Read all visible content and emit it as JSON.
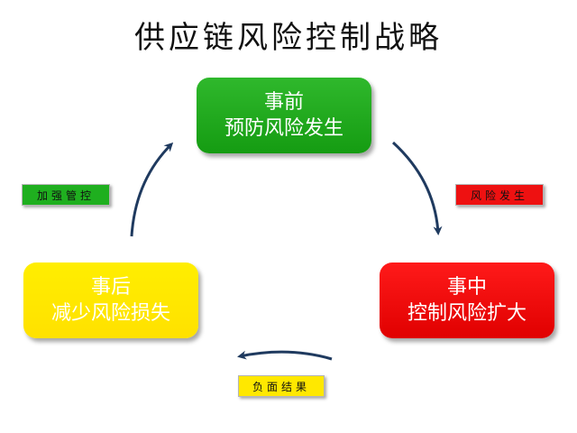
{
  "title": "供应链风险控制战略",
  "stages": {
    "before": {
      "line1": "事前",
      "line2": "预防风险发生",
      "color": "#1ba318"
    },
    "during": {
      "line1": "事中",
      "line2": "控制风险扩大",
      "color": "#ff0000"
    },
    "after": {
      "line1": "事后",
      "line2": "减少风险损失",
      "color": "#ffe800"
    }
  },
  "tags": {
    "strengthen": "加强管控",
    "risk_occurs": "风险发生",
    "negative_result": "负面结果"
  },
  "arrow_color": "#1f3a5f"
}
